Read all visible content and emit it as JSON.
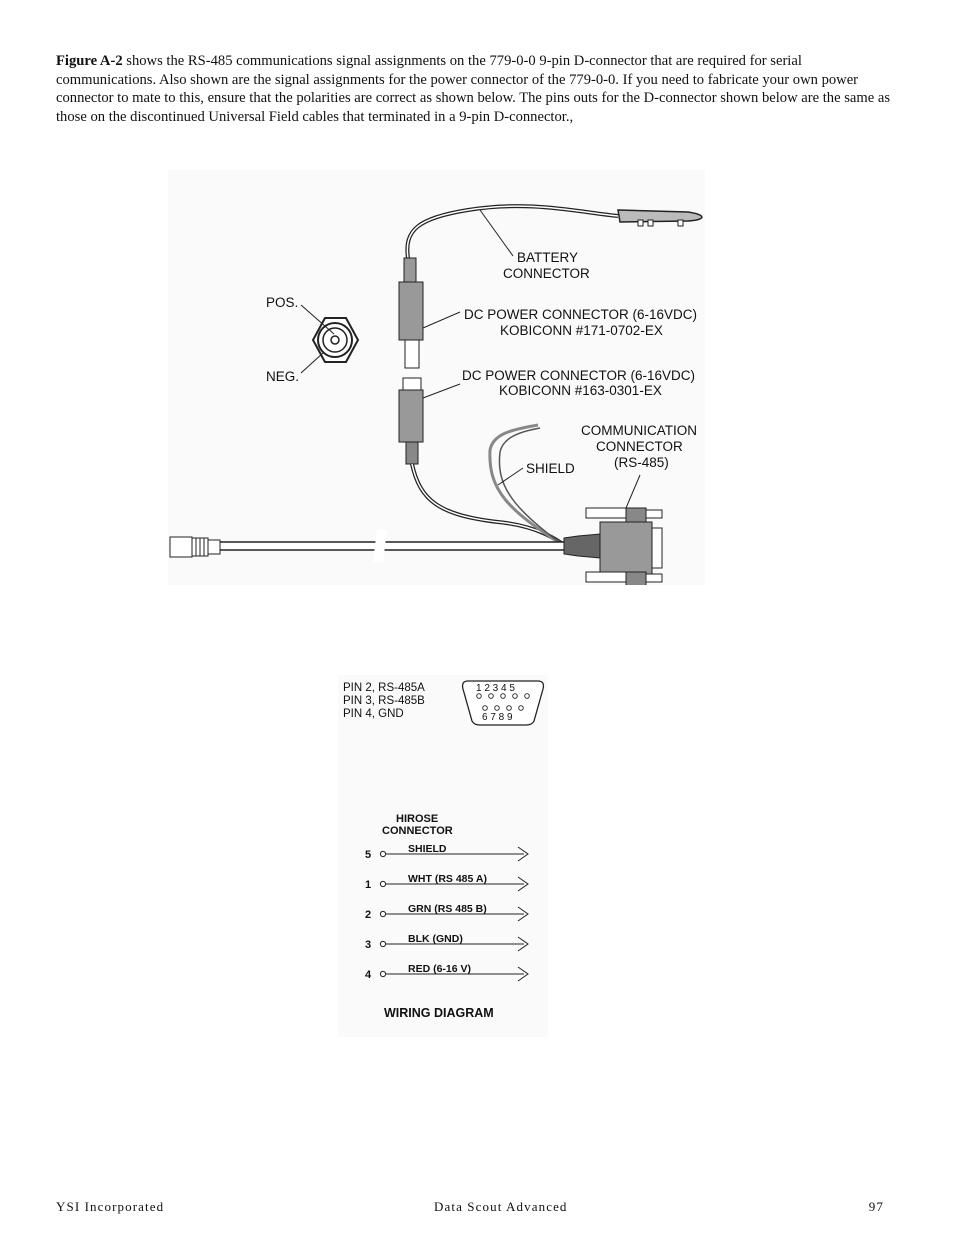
{
  "intro": {
    "figure_ref": "Figure A-2",
    "text": " shows the RS-485 communications signal assignments on the 779-0-0 9-pin D-connector that are required for serial communications.  Also shown are the signal assignments for the power connector of the 779-0-0.  If you need to fabricate your own power connector to mate to this, ensure that the polarities are correct as shown below.  The pins outs for the D-connector shown below are the same as those on the discontinued Universal Field cables that terminated in a 9-pin D-connector.,"
  },
  "cable_figure": {
    "battery_line1": "BATTERY",
    "battery_line2": "CONNECTOR",
    "pos_label": "POS.",
    "neg_label": "NEG.",
    "dc1_line1": "DC POWER CONNECTOR (6-16VDC)",
    "dc1_line2": "KOBICONN #171-0702-EX",
    "dc2_line1": "DC POWER CONNECTOR (6-16VDC)",
    "dc2_line2": "KOBICONN #163-0301-EX",
    "comm_line1": "COMMUNICATION",
    "comm_line2": "CONNECTOR",
    "comm_line3": "(RS-485)",
    "shield_label": "SHIELD"
  },
  "pin_figure": {
    "assignments": [
      "PIN 2,  RS-485A",
      "PIN 3,  RS-485B",
      "PIN 4,  GND"
    ],
    "top_row": "1  2  3  4  5",
    "bottom_row": "6  7  8  9",
    "hirose_line1": "HIROSE",
    "hirose_line2": "CONNECTOR",
    "wires": [
      {
        "pin": "5",
        "label": "SHIELD"
      },
      {
        "pin": "1",
        "label": "WHT (RS 485 A)"
      },
      {
        "pin": "2",
        "label": "GRN (RS 485 B)"
      },
      {
        "pin": "3",
        "label": "BLK (GND)"
      },
      {
        "pin": "4",
        "label": "RED (6-16 V)"
      }
    ],
    "caption": "WIRING DIAGRAM"
  },
  "footer": {
    "left": "YSI Incorporated",
    "center": "Data Scout Advanced",
    "right": "97"
  }
}
